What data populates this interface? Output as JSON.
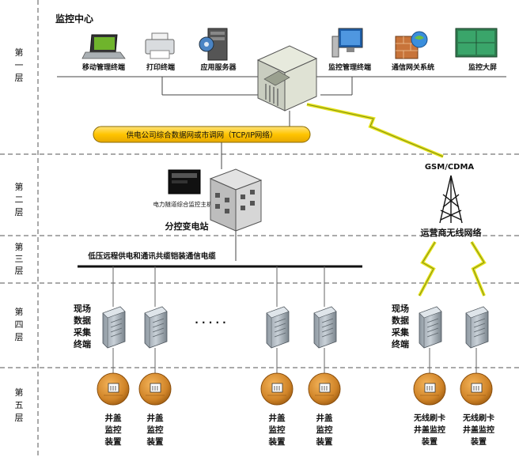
{
  "layers": [
    "第一层",
    "第二层",
    "第三层",
    "第四层",
    "第五层"
  ],
  "center": {
    "title": "监控中心",
    "devices": [
      "移动管理终端",
      "打印终端",
      "应用服务器",
      "监控管理终端",
      "通信网关系统",
      "监控大屏"
    ]
  },
  "network_bar": "供电公司综合数据网或市调网（TCP/IP网络）",
  "gsm_label": "GSM/CDMA",
  "wireless_label": "运营商无线网络",
  "substation": {
    "name": "分控变电站",
    "host": "电力隧道综合监控主机"
  },
  "cable_label": "低压远程供电和通讯共缆铠装通信电缆",
  "terminal_label": [
    "现场",
    "数据",
    "采集",
    "终端"
  ],
  "ellipsis": "· · · · ·",
  "monitor_label": [
    "井盖",
    "监控",
    "装置"
  ],
  "wireless_monitor_label": [
    "无线刷卡",
    "井盖监控",
    "装置"
  ]
}
